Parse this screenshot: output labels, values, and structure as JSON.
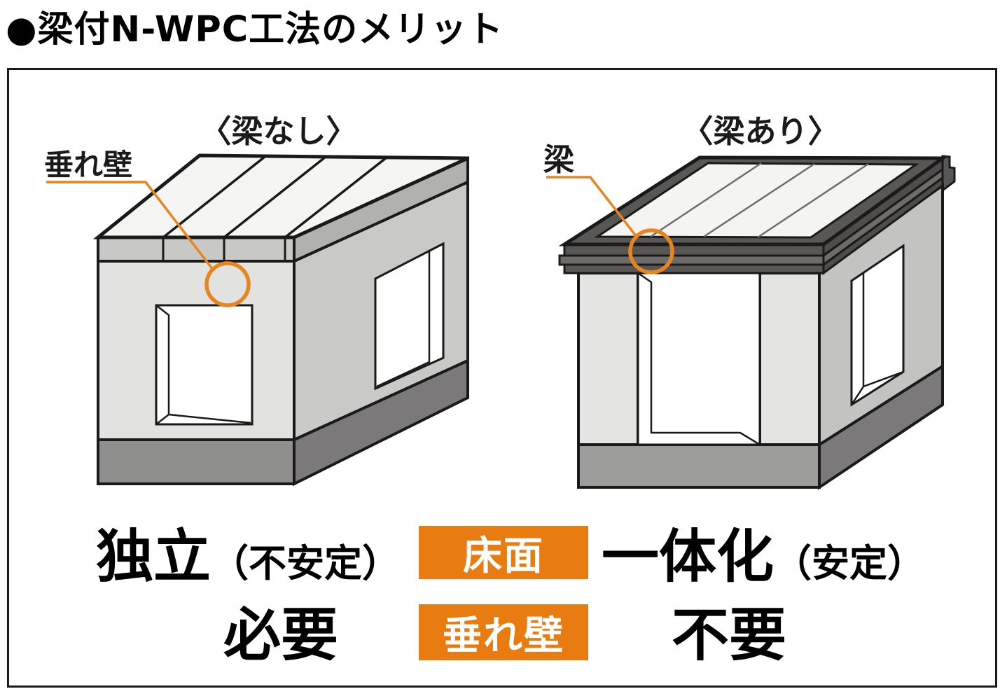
{
  "title": "●梁付N-WPC工法のメリット",
  "diagram": {
    "left": {
      "caption": "〈梁なし〉",
      "callout": "垂れ壁"
    },
    "right": {
      "caption": "〈梁あり〉",
      "callout": "梁"
    }
  },
  "comparison": {
    "row_floor": {
      "left_main": "独立",
      "left_note": "（不安定）",
      "tag": "床面",
      "right_main": "一体化",
      "right_note": "（安定）"
    },
    "row_wall": {
      "left_main": "必要",
      "tag": "垂れ壁",
      "right_main": "不要"
    }
  },
  "colors": {
    "accent_orange": "#e97c11",
    "ink_black": "#1a1a1a",
    "beam_dark": "#595656",
    "beam_mid": "#6e6b6b",
    "roof_light": "#f5f5f3",
    "wall_front": "#e2e2e0",
    "wall_side": "#c9c9c7",
    "slab_band": "#c8c8c6",
    "base_front": "#8f8f8d",
    "base_side": "#7b7979"
  }
}
